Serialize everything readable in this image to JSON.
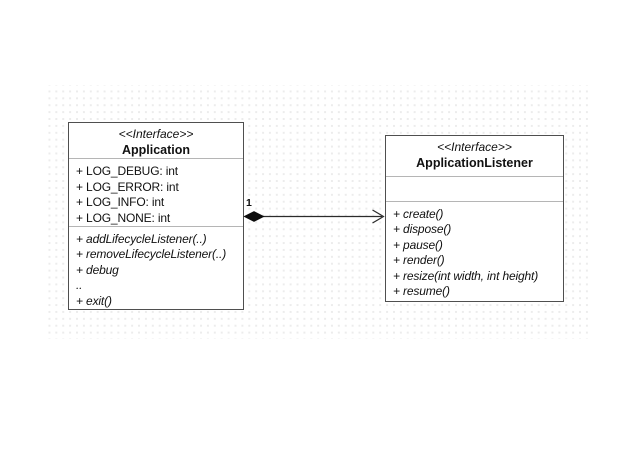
{
  "diagram": {
    "classes": {
      "application": {
        "stereotype": "<<Interface>>",
        "name": "Application",
        "attributes": [
          "+ LOG_DEBUG: int",
          "+ LOG_ERROR: int",
          "+ LOG_INFO: int",
          "+ LOG_NONE: int"
        ],
        "methods": [
          "+ addLifecycleListener(..)",
          "+ removeLifecycleListener(..)",
          "+ debug",
          "..",
          "+ exit()"
        ]
      },
      "application_listener": {
        "stereotype": "<<Interface>>",
        "name": "ApplicationListener",
        "attributes": [],
        "methods": [
          "+ create()",
          "+ dispose()",
          "+ pause()",
          "+ render()",
          "+ resize(int width, int height)",
          "+ resume()"
        ]
      }
    },
    "connector": {
      "multiplicity": "1",
      "kind": "composition (filled diamond at Application) with open arrowhead into ApplicationListener"
    },
    "colors": {
      "box_border": "#4f4f4f",
      "section_separator": "#b5b5b5",
      "text": "#111111",
      "connector": "#2b2b2b",
      "diamond_fill": "#0d0d0d",
      "grid_dot": "#ececec",
      "canvas_background": "#ffffff"
    }
  }
}
